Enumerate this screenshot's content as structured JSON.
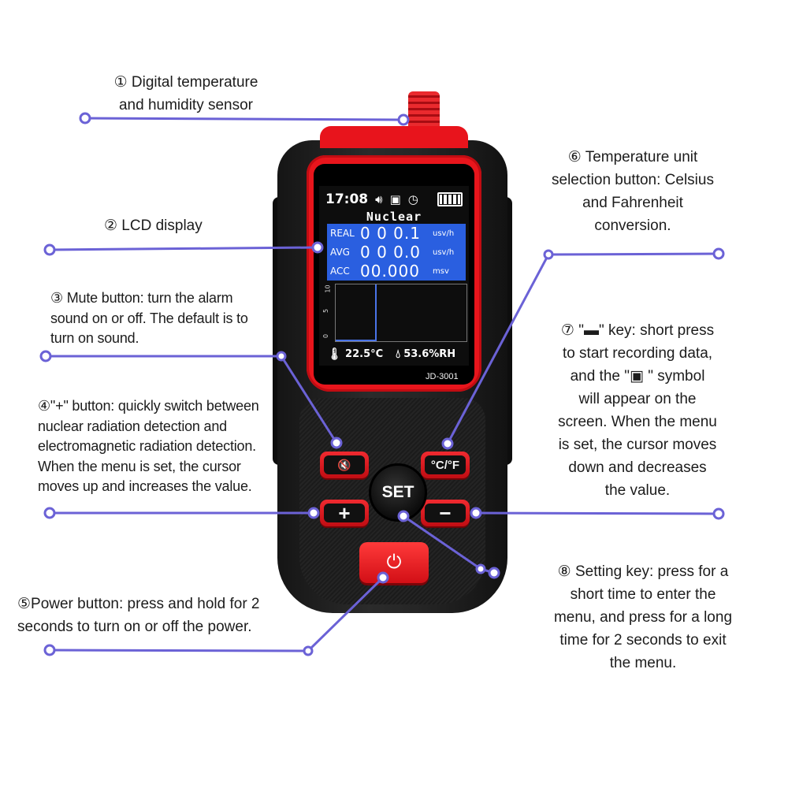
{
  "callouts": [
    {
      "id": "temp-humidity-sensor",
      "lines": [
        "① Digital temperature",
        "and humidity sensor"
      ]
    },
    {
      "id": "lcd-display",
      "lines": [
        "② LCD display"
      ]
    },
    {
      "id": "mute-button",
      "lines": [
        "③ Mute button: turn the alarm",
        "sound on or off. The default is to",
        "turn on sound."
      ]
    },
    {
      "id": "plus-button",
      "lines": [
        "④\"+\" button: quickly switch between",
        "nuclear radiation detection and",
        "electromagnetic radiation detection.",
        "When the menu is set, the cursor",
        "moves up and increases the value."
      ]
    },
    {
      "id": "power-button",
      "lines": [
        "⑤Power button: press and hold for 2",
        "seconds to turn on or off the power."
      ]
    },
    {
      "id": "temp-unit-button",
      "lines": [
        "⑥ Temperature unit",
        "selection button: Celsius",
        "and Fahrenheit",
        "conversion."
      ]
    },
    {
      "id": "minus-key",
      "lines": [
        "⑦ \"▬\" key: short press",
        "to start recording data,",
        "and the \"▣ \" symbol",
        "will appear on the",
        "screen. When the menu",
        "is set, the cursor moves",
        "down and decreases",
        "the value."
      ]
    },
    {
      "id": "setting-key",
      "lines": [
        "⑧ Setting key: press for a",
        "short time to enter the",
        "menu, and press for a long",
        "time for 2 seconds to exit",
        "the menu."
      ]
    }
  ],
  "device": {
    "model": "JD-3001",
    "screen": {
      "time": "17:08",
      "mode": "Nuclear",
      "readings": [
        {
          "label": "REAL",
          "value": "0 0 0.1",
          "unit": "usv/h"
        },
        {
          "label": "AVG",
          "value": "0 0 0.0",
          "unit": "usv/h"
        },
        {
          "label": "ACC",
          "value": "00.000",
          "unit": "msv"
        }
      ],
      "graph_axis": [
        "10",
        "5",
        "0"
      ],
      "temperature": "22.5°C",
      "humidity": "53.6%RH",
      "icons": [
        "speaker-icon",
        "record-icon",
        "timer-icon",
        "battery-icon"
      ]
    },
    "keys": {
      "mute_symbol": "🔇",
      "unit_label": "°C/°F",
      "plus_label": "+",
      "minus_label": "−",
      "set_label": "SET",
      "power_symbol": "⏻"
    }
  },
  "colors": {
    "callout_line": "#6b62d6",
    "device_red": "#e8151c",
    "device_body": "#1c1c1c",
    "lcd_reading_bg": "#2a5fe0"
  }
}
